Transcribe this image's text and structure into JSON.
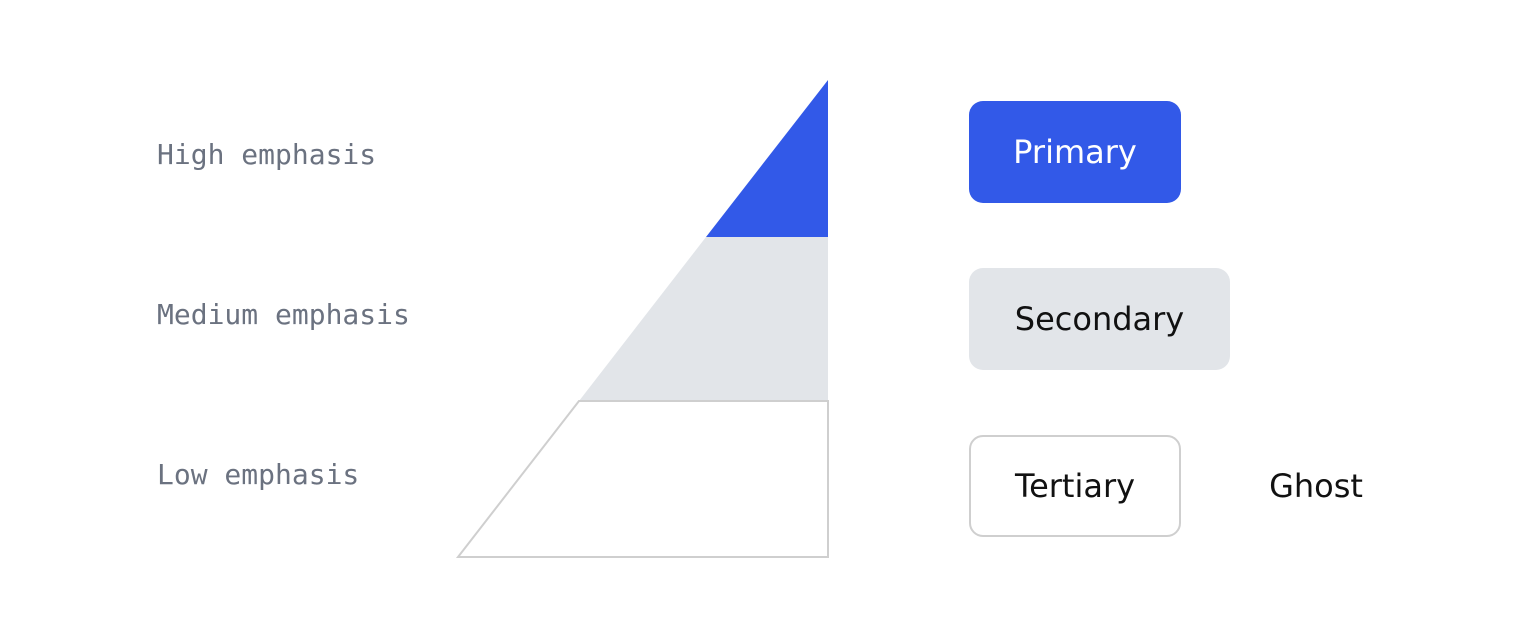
{
  "levels": {
    "high": "High emphasis",
    "medium": "Medium emphasis",
    "low": "Low emphasis"
  },
  "buttons": {
    "primary": "Primary",
    "secondary": "Secondary",
    "tertiary": "Tertiary",
    "ghost": "Ghost"
  },
  "colors": {
    "primary": "#3259e8",
    "secondary": "#e2e5e9",
    "tertiary_border": "#cfcfcf",
    "label_text": "#6b7280"
  }
}
